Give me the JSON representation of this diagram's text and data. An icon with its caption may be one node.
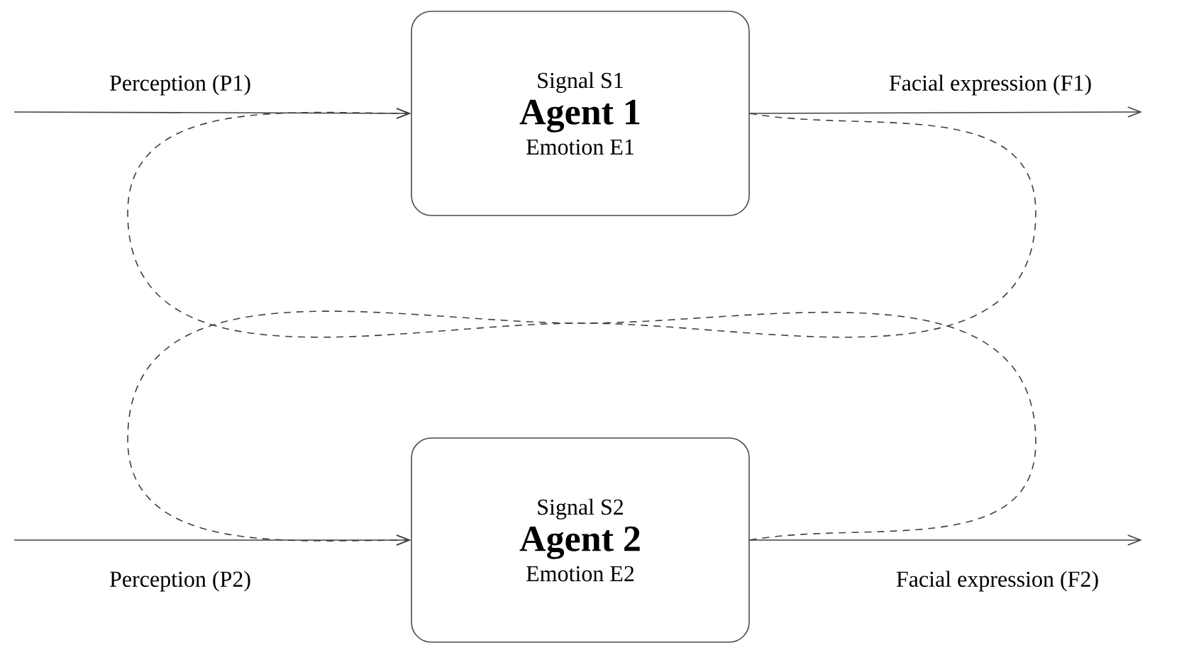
{
  "diagram": {
    "nodes": [
      {
        "text": [
          "Signal S1",
          "Agent 1",
          "Emotion E1"
        ]
      },
      {
        "text": [
          "Signal S2",
          "Agent 2",
          "Emotion E2"
        ]
      }
    ],
    "edges": [
      {
        "from": null,
        "to": 0,
        "arrow": "to",
        "label": "Perception (P1)"
      },
      {
        "from": 0,
        "to": null,
        "arrow": "to",
        "label": "Facial expression (F1)"
      },
      {
        "from": null,
        "to": 1,
        "arrow": "to",
        "label": "Perception (P2)"
      },
      {
        "from": 1,
        "to": null,
        "arrow": "to",
        "label": "Facial expression (F2)"
      },
      {
        "from": 0,
        "to": 1,
        "arrow": "to",
        "style": "dashed"
      },
      {
        "from": 1,
        "to": 0,
        "arrow": "to",
        "style": "dashed"
      }
    ]
  }
}
